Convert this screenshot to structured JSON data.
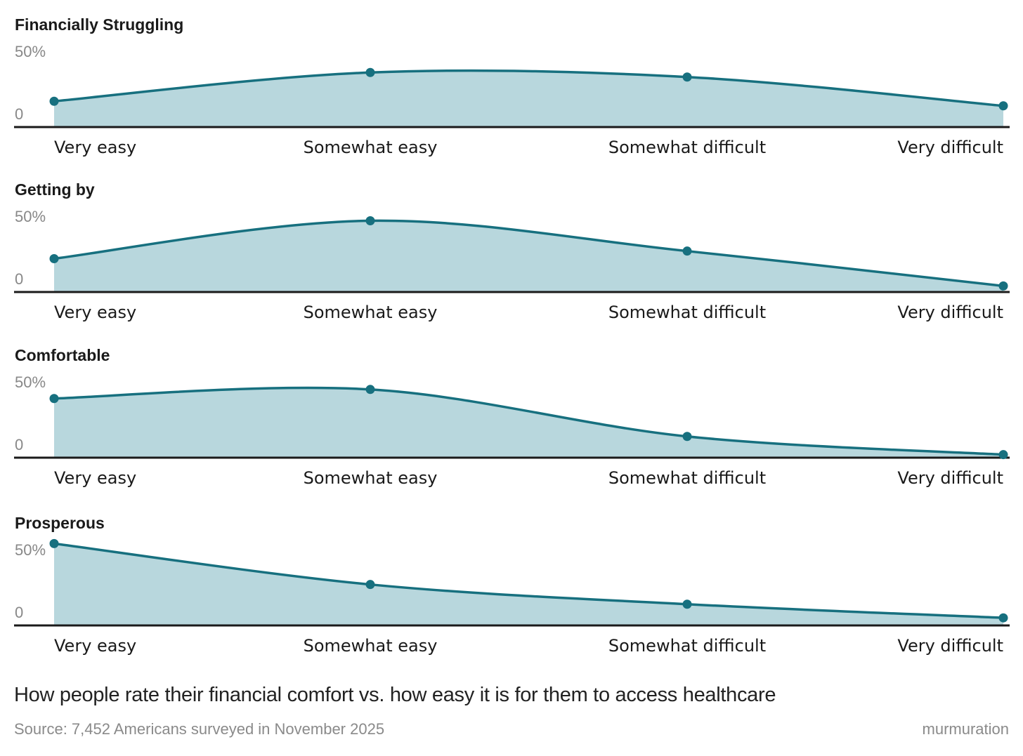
{
  "chart_data": {
    "type": "area",
    "categories": [
      "Very easy",
      "Somewhat easy",
      "Somewhat difficult",
      "Very difficult"
    ],
    "ylim": [
      0,
      50
    ],
    "y_tick_labels": [
      "50%",
      "0"
    ],
    "series": [
      {
        "name": "Financially Struggling",
        "values": [
          17,
          36,
          33,
          14
        ]
      },
      {
        "name": "Getting by",
        "values": [
          22,
          47,
          27,
          4
        ]
      },
      {
        "name": "Comfortable",
        "values": [
          39,
          45,
          14,
          2
        ]
      },
      {
        "name": "Prosperous",
        "values": [
          54,
          27,
          14,
          5
        ]
      }
    ],
    "title": "How people rate their financial comfort vs. how easy it is for them to access healthcare",
    "source": "Source: 7,452 Americans surveyed in November 2025"
  },
  "brand": "murmuration",
  "colors": {
    "line": "#17707f",
    "fill": "#b8d7dd",
    "axis": "#1a1a1a",
    "muted": "#888888"
  }
}
